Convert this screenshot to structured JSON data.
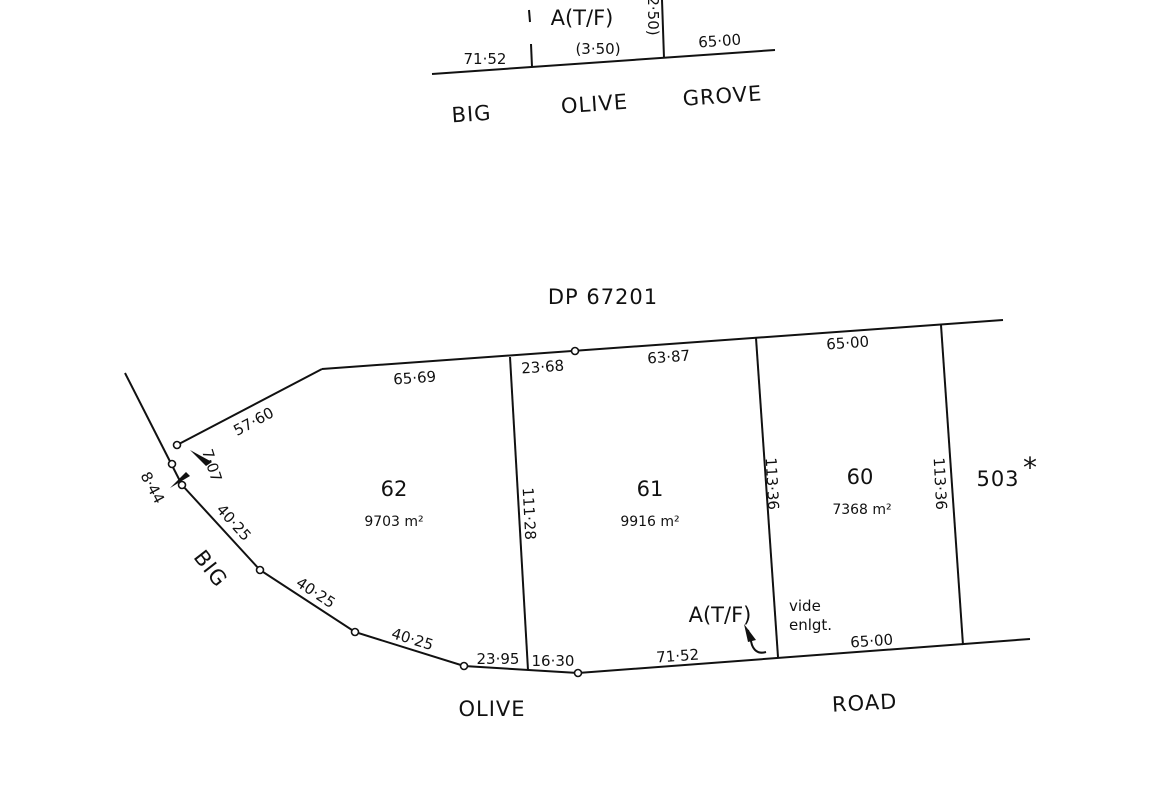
{
  "inset": {
    "dim_left": "71·52",
    "annotation": "A(T/F)",
    "dim_mid": "(3·50)",
    "dim_vertical": "2·50)",
    "dim_right": "65·00",
    "road_words": [
      "BIG",
      "OLIVE",
      "GROVE"
    ]
  },
  "plan": {
    "adjoining_north": "DP 67201",
    "adjoining_east": "503",
    "east_mark": "*",
    "lots": [
      {
        "number": "62",
        "area": "9703 m²"
      },
      {
        "number": "61",
        "area": "9916 m²"
      },
      {
        "number": "60",
        "area": "7368 m²"
      }
    ],
    "dims": {
      "top_62": "65·69",
      "top_61a": "23·68",
      "top_61b": "63·87",
      "top_60": "65·00",
      "splay": "57·60",
      "small_a": "7·07",
      "small_b": "8·44",
      "curve1": "40·25",
      "curve2": "40·25",
      "curve3": "40·25",
      "bottom_62": "23·95",
      "bottom_61a": "16·30",
      "bottom_61b": "71·52",
      "bottom_60": "65·00",
      "side_62_61": "111·28",
      "side_61_60": "113·36",
      "side_60_503": "113·36"
    },
    "easement": "A(T/F)",
    "vide_line1": "vide",
    "vide_line2": "enlgt.",
    "roads": {
      "big": "BIG",
      "olive": "OLIVE",
      "road": "ROAD"
    }
  }
}
